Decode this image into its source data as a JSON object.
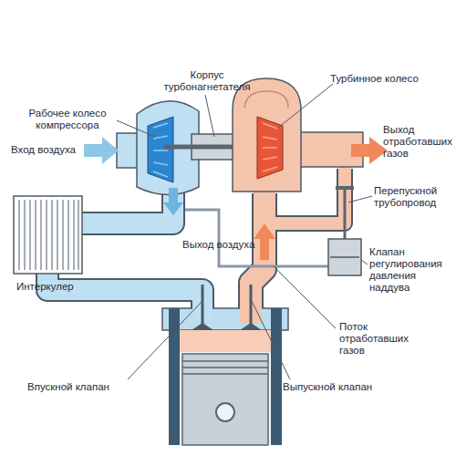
{
  "diagram": {
    "labels": [
      "Корпус турбонагнетателя",
      "Турбинное колесо",
      "Рабочее колесо компрессора",
      "Вход воздуха",
      "Выход отработавших газов",
      "Перепускной трубопровод",
      "Клапан регулирования давления наддува",
      "Выход воздуха",
      "Интеркулер",
      "Поток отработавших газов",
      "Впускной клапан",
      "Выпускной клапан"
    ]
  }
}
